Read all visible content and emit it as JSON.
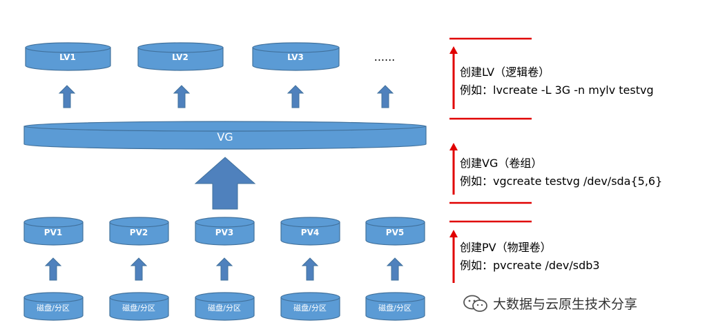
{
  "colors": {
    "disk_fill": "#5B9BD5",
    "disk_stroke": "#41719C",
    "arrow_fill": "#4F81BD",
    "red_line": "#E00000",
    "text": "#000000"
  },
  "lv_row": {
    "items": [
      {
        "label": "LV1"
      },
      {
        "label": "LV2"
      },
      {
        "label": "LV3"
      }
    ],
    "ellipsis": "......"
  },
  "vg": {
    "label": "VG"
  },
  "pv_row": {
    "items": [
      {
        "label": "PV1"
      },
      {
        "label": "PV2"
      },
      {
        "label": "PV3"
      },
      {
        "label": "PV4"
      },
      {
        "label": "PV5"
      }
    ]
  },
  "disk_row": {
    "items": [
      {
        "label": "磁盘/分区"
      },
      {
        "label": "磁盘/分区"
      },
      {
        "label": "磁盘/分区"
      },
      {
        "label": "磁盘/分区"
      },
      {
        "label": "磁盘/分区"
      }
    ]
  },
  "notes": {
    "lv": {
      "title": "创建LV（逻辑卷）",
      "example": "例如：lvcreate -L 3G -n mylv testvg"
    },
    "vg": {
      "title": "创建VG（卷组）",
      "example": "例如：vgcreate testvg /dev/sda{5,6}"
    },
    "pv": {
      "title": "创建PV（物理卷）",
      "example": "例如：pvcreate /dev/sdb3"
    }
  },
  "watermark": {
    "text": "大数据与云原生技术分享",
    "icon": "wechat-icon"
  }
}
